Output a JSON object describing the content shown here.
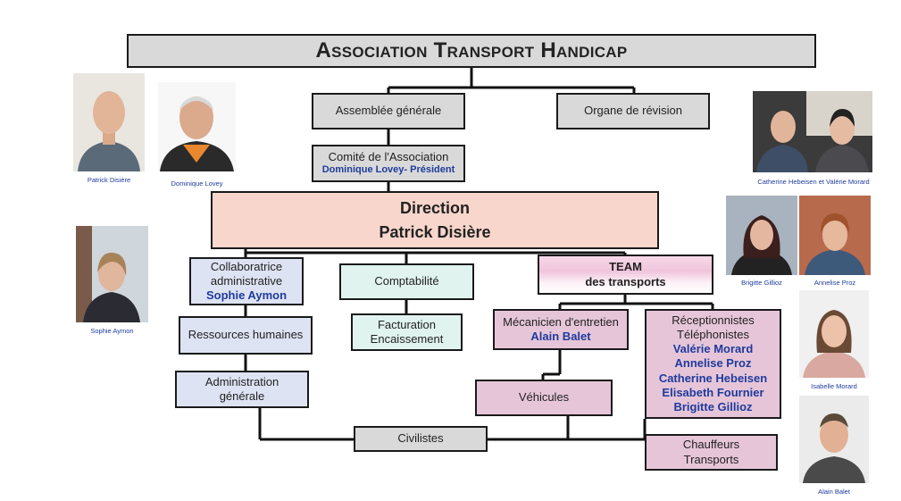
{
  "title": "Association Transport Handicap",
  "boxes": {
    "assemblee": "Assemblée générale",
    "organe": "Organe de révision",
    "comite": "Comité de l'Association",
    "comite_name": "Dominique Lovey- Président",
    "direction": "Direction",
    "direction_name": "Patrick Disière",
    "collab_l1": "Collaboratrice",
    "collab_l2": "administrative",
    "collab_name": "Sophie Aymon",
    "comptabilite": "Comptabilité",
    "team_l1": "TEAM",
    "team_l2": "des transports",
    "rh": "Ressources humaines",
    "facturation_l1": "Facturation",
    "facturation_l2": "Encaissement",
    "mecanicien": "Mécanicien d'entretien",
    "mecanicien_name": "Alain Balet",
    "recept_l1": "Réceptionnistes",
    "recept_l2": "Téléphonistes",
    "recept_names": [
      "Valérie Morard",
      "Annelise Proz",
      "Catherine Hebeisen",
      "Elisabeth Fournier",
      "Brigitte Gillioz"
    ],
    "admin_l1": "Administration",
    "admin_l2": "générale",
    "vehicules": "Véhicules",
    "civilistes": "Civilistes",
    "chauffeurs_l1": "Chauffeurs",
    "chauffeurs_l2": "Transports"
  },
  "captions": {
    "patrick": "Patrick Disière",
    "dominique": "Dominique Lovey",
    "sophie": "Sophie Aymon",
    "catherine_valerie": "Catherine Hebeisen et Valérie Morard",
    "brigitte": "Brigitte Gillioz",
    "annelise": "Annelise Proz",
    "isabelle": "Isabelle Morard",
    "alain": "Alain Balet"
  },
  "colors": {
    "grey_box": "#d9d9d9",
    "blue_box": "#dde3f3",
    "teal_box": "#e0f3ee",
    "pink_box": "#e6c5d9",
    "salmon_box": "#f9d6cc",
    "name_text": "#1f3b9c"
  }
}
